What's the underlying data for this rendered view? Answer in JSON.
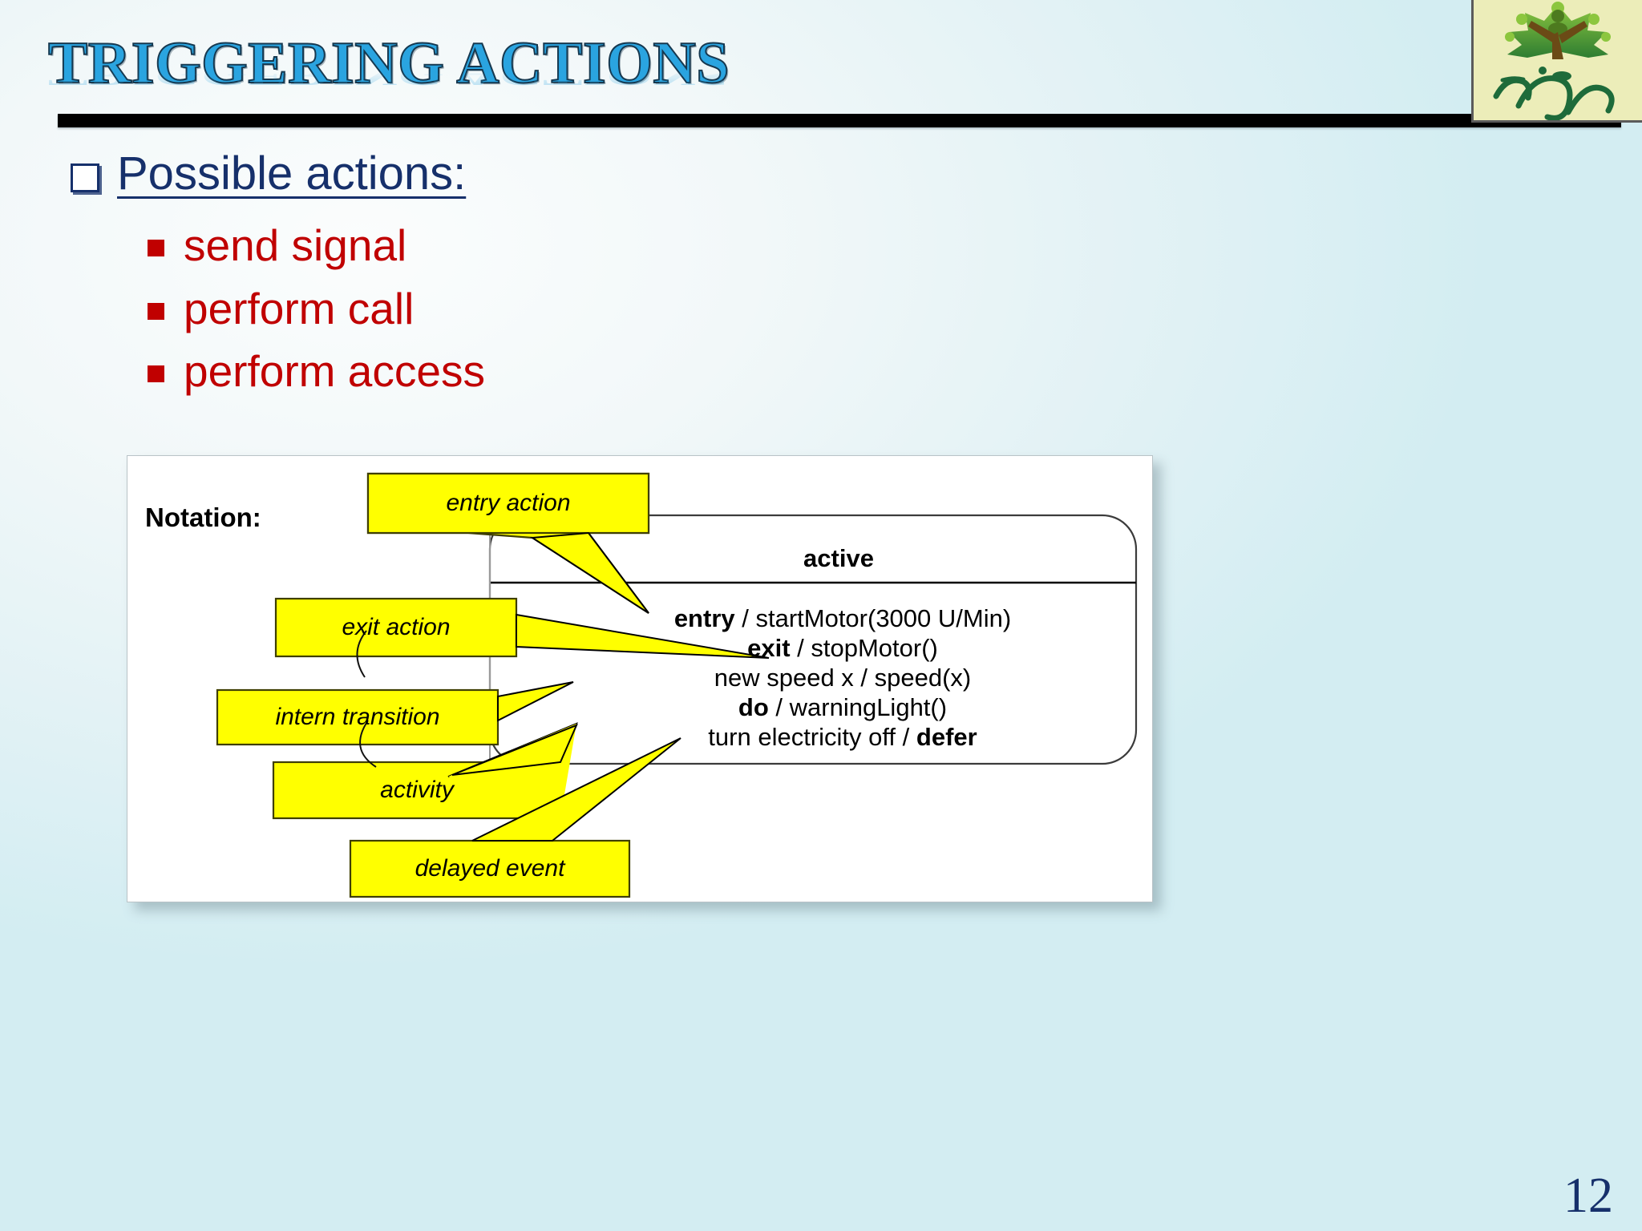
{
  "slide": {
    "title": "TRIGGERING ACTIONS",
    "page_number": "12",
    "accent_blue": "#2aa4e0",
    "heading_navy": "#16306b",
    "bullet_red": "#c00000",
    "callout_yellow": "#ffff00",
    "logo_bg": "#ecedb9"
  },
  "logo": {
    "name": "zaqaddar-tree-logo",
    "alt_text": "green tree with figure and arabic calligraphy"
  },
  "content": {
    "heading": "Possible actions:",
    "items": [
      {
        "label": "send signal"
      },
      {
        "label": "perform call"
      },
      {
        "label": "perform access"
      }
    ]
  },
  "figure": {
    "notation_label": "Notation:",
    "state": {
      "name": "active",
      "lines": [
        {
          "bold_prefix": "entry",
          "rest": " / startMotor(3000 U/Min)",
          "bold_suffix": ""
        },
        {
          "bold_prefix": "exit",
          "rest": " / stopMotor()",
          "bold_suffix": ""
        },
        {
          "bold_prefix": "",
          "rest": "new speed x / speed(x)",
          "bold_suffix": ""
        },
        {
          "bold_prefix": "do",
          "rest": " / warningLight()",
          "bold_suffix": ""
        },
        {
          "bold_prefix": "",
          "rest": "turn electricity off / ",
          "bold_suffix": "defer"
        }
      ]
    },
    "callouts": [
      {
        "key": "entry-action",
        "label": "entry action"
      },
      {
        "key": "exit-action",
        "label": "exit action"
      },
      {
        "key": "intern-transition",
        "label": "intern transition"
      },
      {
        "key": "activity",
        "label": "activity"
      },
      {
        "key": "delayed-event",
        "label": "delayed event"
      }
    ]
  }
}
